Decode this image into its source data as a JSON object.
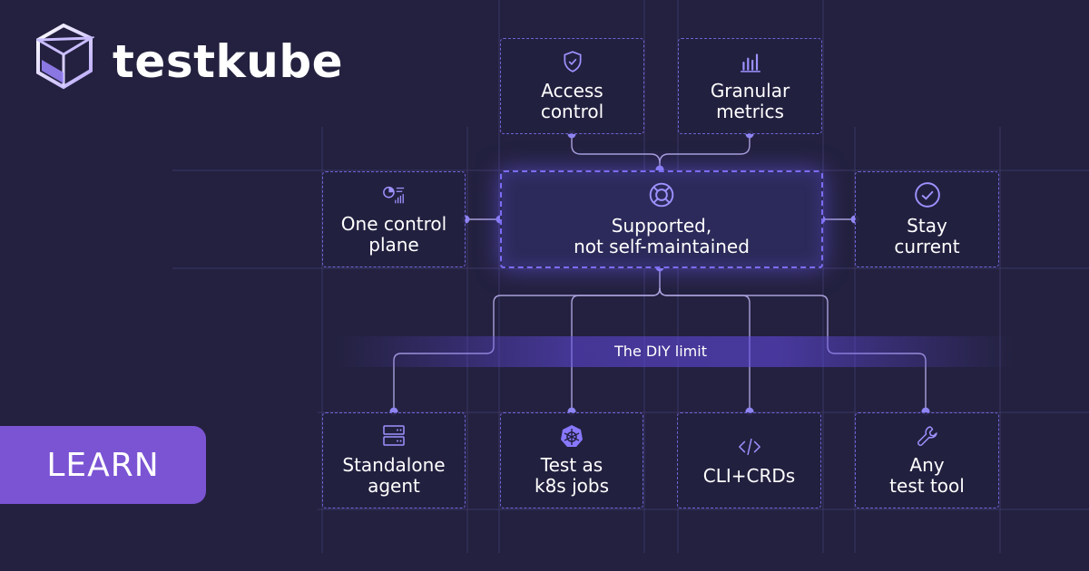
{
  "brand": {
    "name": "testkube"
  },
  "badge": {
    "label": "LEARN"
  },
  "diagram": {
    "top_boxes": [
      {
        "label": "Access\ncontrol",
        "icon": "shield-check-icon"
      },
      {
        "label": "Granular\nmetrics",
        "icon": "bar-chart-icon"
      }
    ],
    "center": {
      "label": "Supported,\nnot self-maintained",
      "icon": "lifebuoy-icon"
    },
    "side_boxes": [
      {
        "label": "One control\nplane",
        "icon": "dashboard-icon"
      },
      {
        "label": "Stay\ncurrent",
        "icon": "check-circle-icon"
      }
    ],
    "divider_label": "The DIY limit",
    "bottom_boxes": [
      {
        "label": "Standalone\nagent",
        "icon": "server-icon"
      },
      {
        "label": "Test as\nk8s jobs",
        "icon": "kubernetes-icon"
      },
      {
        "label": "CLI+CRDs",
        "icon": "code-icon"
      },
      {
        "label": "Any\ntest tool",
        "icon": "wrench-icon"
      }
    ]
  },
  "colors": {
    "background": "#23213f",
    "accent": "#7b6cf2",
    "badge": "#7b54d4",
    "line": "#a9a2dc"
  }
}
